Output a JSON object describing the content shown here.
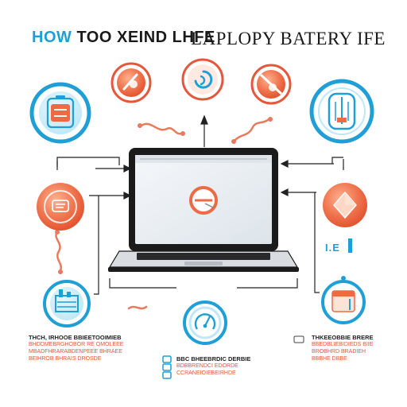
{
  "title": {
    "part1_prefix": "HOW",
    "part1_rest": " TOO XEIND LHFE",
    "part2": "LAPLOPY BATERY IFE"
  },
  "colors": {
    "orange": "#ee6a45",
    "red": "#e4573a",
    "blue": "#1f9fd6",
    "dark": "#1b1b1b",
    "screen": "#eef2f5"
  },
  "icons": {
    "top_left": "battery-box-icon",
    "top_1": "brightness-cancel-icon",
    "top_2": "power-cycle-icon",
    "top_3": "no-sound-icon",
    "top_right": "tower-fan-icon",
    "mid_left": "dialog-bubble-icon",
    "mid_right": "diamond-icon",
    "bot_left": "factory-icon",
    "bot_center": "gauge-icon",
    "bot_right": "calendar-icon",
    "bot_mini": "list-icon",
    "laptop_screen": "power-icon"
  },
  "mini_label": "I.E",
  "captions": {
    "left": {
      "title": "THCH, IRHOOE BBIEETOOIMIEB",
      "lines": [
        "BHDDMEBRGHOBOR RE OMOLEEE",
        "MBADFHRARABDENPEEE BHRAEE",
        "BEIHROB BHRAIS DROSDE"
      ]
    },
    "center": {
      "title": "BBC BHEEBRDIC DERBIE",
      "lines": [
        "BDBBRENDCI EDORDE",
        "CCRANEIOIEBEIRHDE"
      ]
    },
    "right": {
      "title": "THKEEOBBIE BRERE",
      "lines": [
        "BBEDBLIEBIDIEDS BIIE",
        "BROBHRD BRADIEH",
        "BBBHE DBBE"
      ]
    }
  }
}
